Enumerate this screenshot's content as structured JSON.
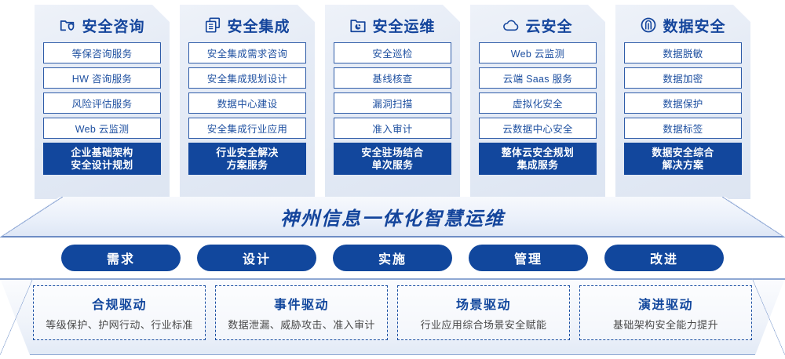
{
  "columns": [
    {
      "icon": "folder-shield-icon",
      "title": "安全咨询",
      "items": [
        "等保咨询服务",
        "HW 咨询服务",
        "风险评估服务",
        "Web 云监测"
      ],
      "footer_line1": "企业基础架构",
      "footer_line2": "安全设计规划"
    },
    {
      "icon": "stacked-documents-icon",
      "title": "安全集成",
      "items": [
        "安全集成需求咨询",
        "安全集成规划设计",
        "数据中心建设",
        "安全集成行业应用"
      ],
      "footer_line1": "行业安全解决",
      "footer_line2": "方案服务"
    },
    {
      "icon": "folder-chart-icon",
      "title": "安全运维",
      "items": [
        "安全巡检",
        "基线核查",
        "漏洞扫描",
        "准入审计"
      ],
      "footer_line1": "安全驻场结合",
      "footer_line2": "单次服务"
    },
    {
      "icon": "cloud-icon",
      "title": "云安全",
      "items": [
        "Web 云监测",
        "云端 Saas 服务",
        "虚拟化安全",
        "云数据中心安全"
      ],
      "footer_line1": "整体云安全规划",
      "footer_line2": "集成服务"
    },
    {
      "icon": "fingerprint-icon",
      "title": "数据安全",
      "items": [
        "数据脱敏",
        "数据加密",
        "数据保护",
        "数据标签"
      ],
      "footer_line1": "数据安全综合",
      "footer_line2": "解决方案"
    }
  ],
  "band": {
    "title": "神州信息一体化智慧运维"
  },
  "pills": [
    {
      "label": "需求"
    },
    {
      "label": "设计"
    },
    {
      "label": "实施"
    },
    {
      "label": "管理"
    },
    {
      "label": "改进"
    }
  ],
  "drivers": [
    {
      "title": "合规驱动",
      "desc": "等级保护、护网行动、行业标准"
    },
    {
      "title": "事件驱动",
      "desc": "数据泄漏、威胁攻击、准入审计"
    },
    {
      "title": "场景驱动",
      "desc": "行业应用综合场景安全赋能"
    },
    {
      "title": "演进驱动",
      "desc": "基础架构安全能力提升"
    }
  ],
  "colors": {
    "brand_blue": "#12479d",
    "text_blue": "#1d4fa0",
    "panel_bg": "#e6ecf6",
    "border_blue": "#2f5ca8"
  }
}
